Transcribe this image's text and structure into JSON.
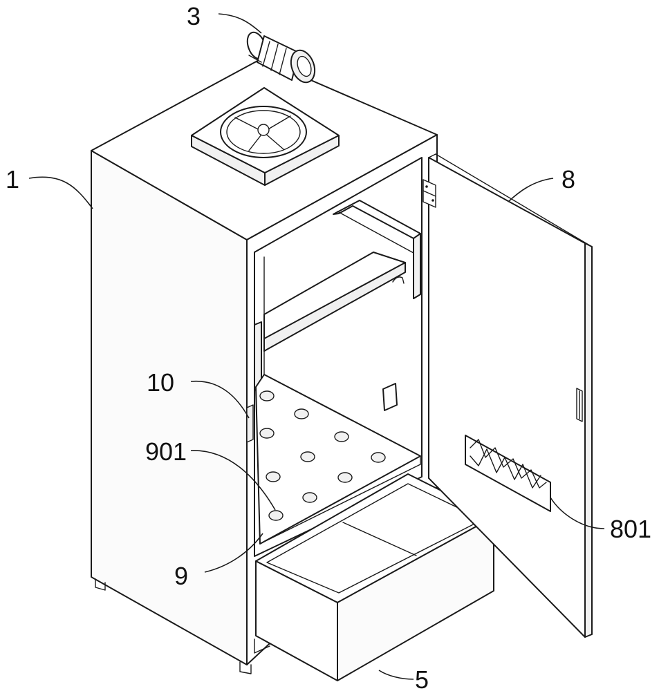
{
  "labels": {
    "cabinet": "1",
    "motor": "3",
    "drawer": "5",
    "door": "8",
    "door_vent": "801",
    "perforated_plate": "9",
    "plate_hole": "901",
    "side_slot": "10"
  }
}
